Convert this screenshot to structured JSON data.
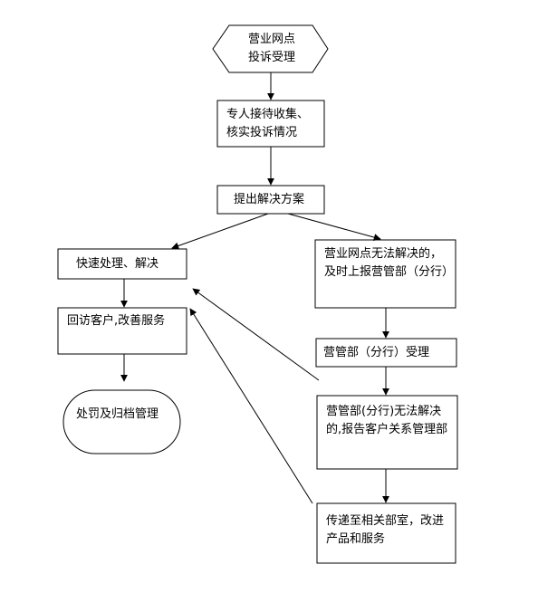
{
  "nodes": {
    "start": {
      "line1": "营业网点",
      "line2": "投诉受理"
    },
    "receive": {
      "text": "专人接待收集、核实投诉情况"
    },
    "propose": {
      "text": "提出解决方案"
    },
    "quick": {
      "text": "快速处理、解决"
    },
    "callback": {
      "text": "回访客户,改善服务"
    },
    "archive": {
      "text": "处罚及归档管理"
    },
    "escalate": {
      "text": "营业网点无法解决的，及时上报营管部（分行）"
    },
    "dept_accept": {
      "text": "营管部（分行）受理"
    },
    "report_crm": {
      "text": "营管部(分行)无法解决的,报告客户关系管理部"
    },
    "improve": {
      "text": "传递至相关部室，改进产品和服务"
    }
  },
  "colors": {
    "stroke": "#000000",
    "fill": "#ffffff",
    "text": "#000000"
  }
}
